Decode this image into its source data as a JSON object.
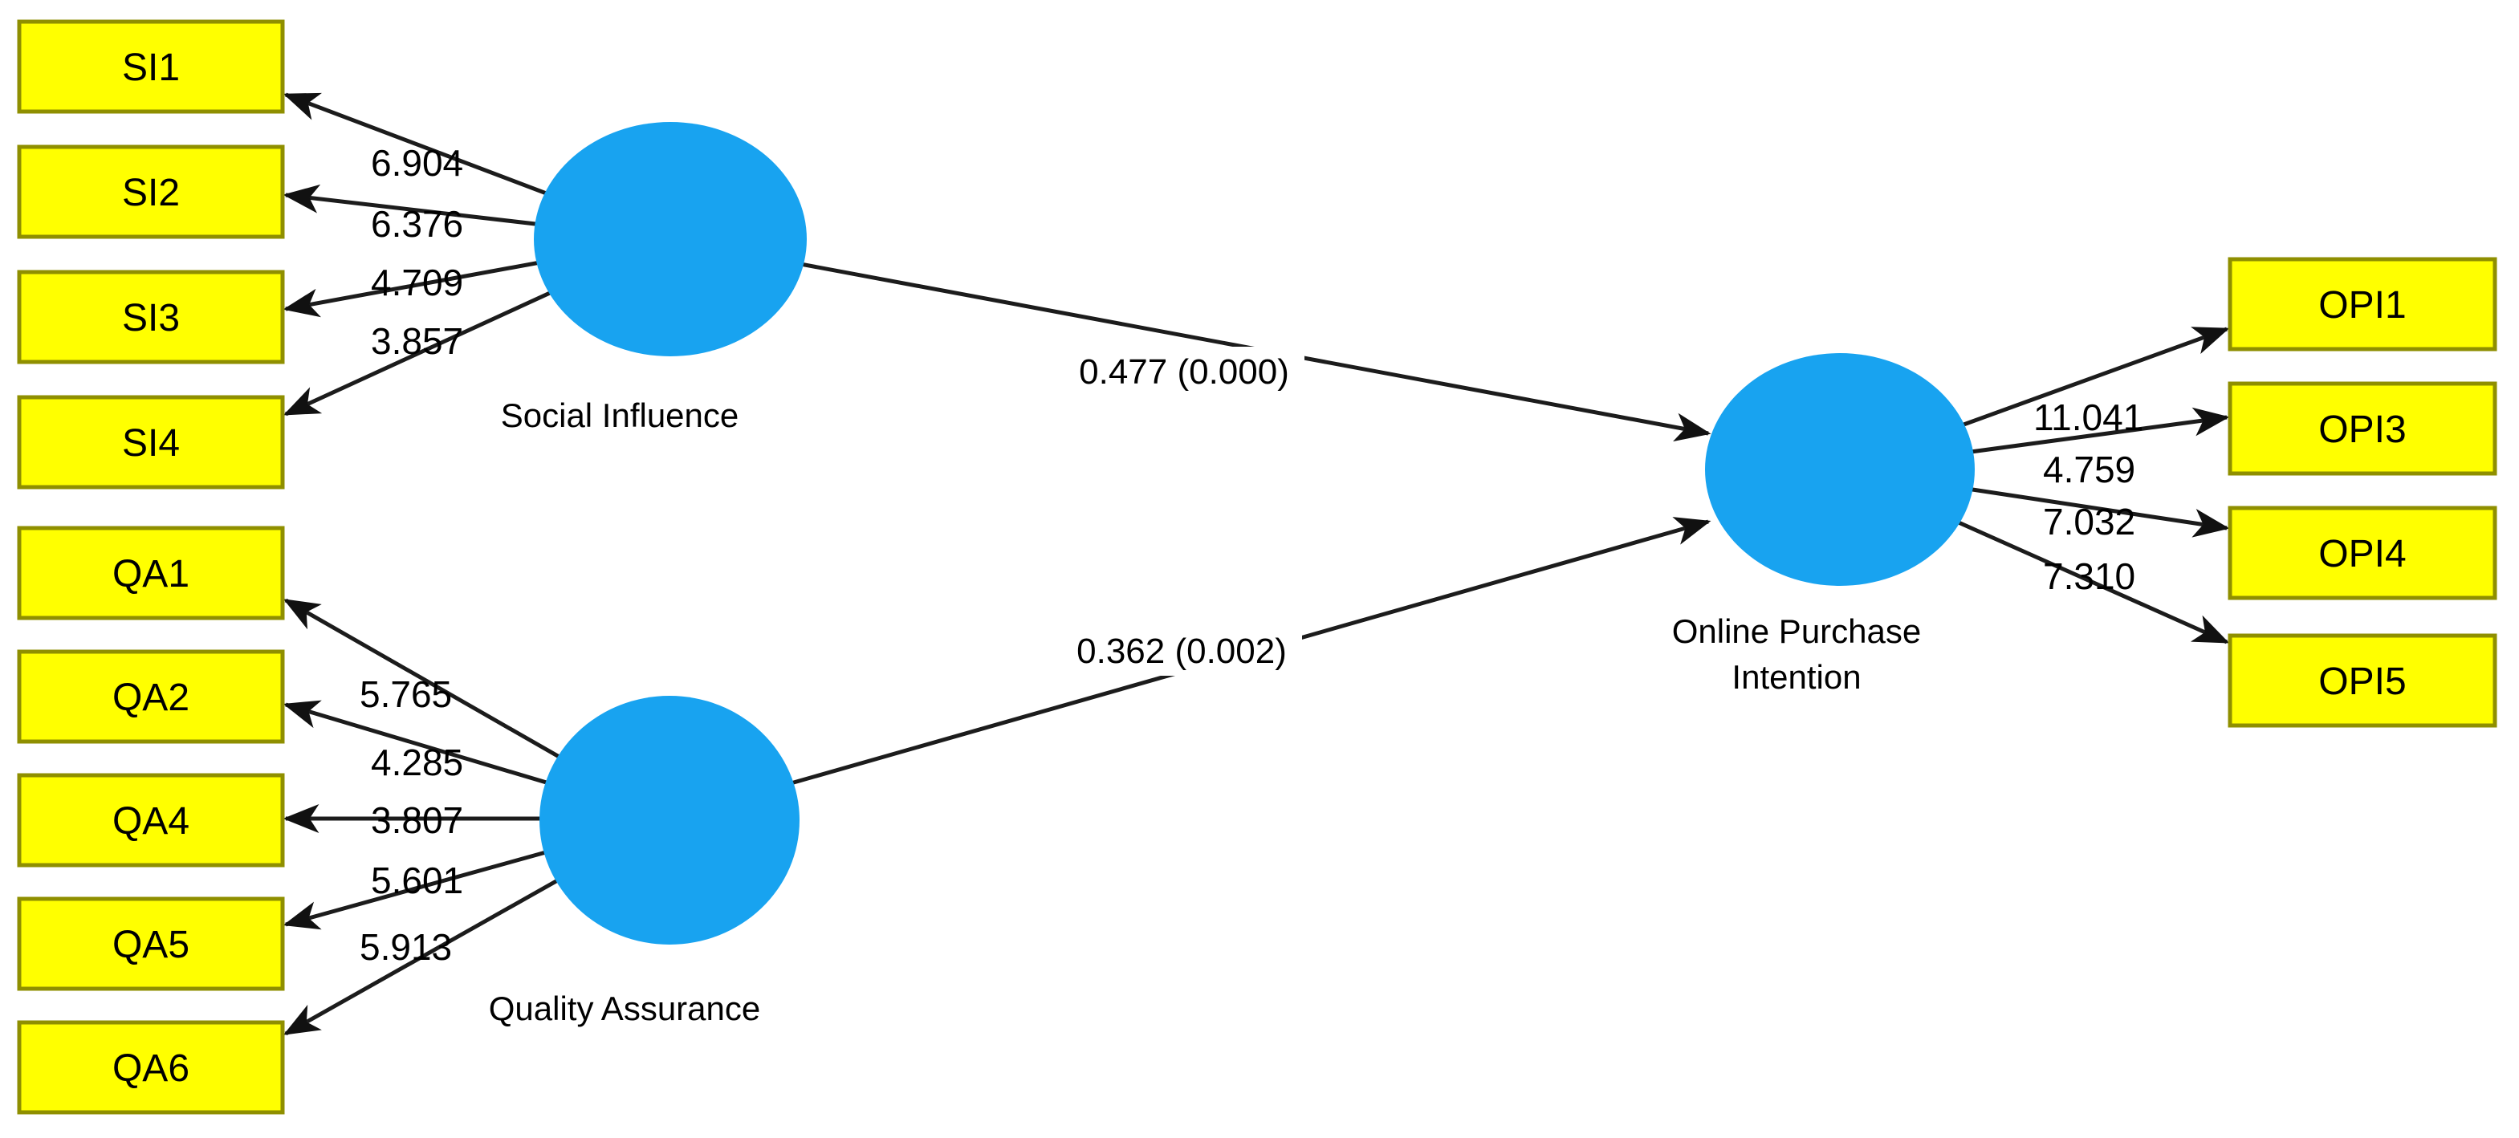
{
  "diagram": {
    "type": "pls-sem-path-model",
    "background_color": "#ffffff",
    "colors": {
      "indicator_fill": "#ffff00",
      "indicator_border": "#8f8f00",
      "construct_fill": "#18a3f0",
      "edge": "#1c1c1c",
      "text": "#000000"
    },
    "constructs": {
      "si": {
        "label": "Social Influence",
        "indicators": [
          {
            "id": "SI1",
            "value": "6.904"
          },
          {
            "id": "SI2",
            "value": "6.376"
          },
          {
            "id": "SI3",
            "value": "4.709"
          },
          {
            "id": "SI4",
            "value": "3.857"
          }
        ]
      },
      "qa": {
        "label": "Quality Assurance",
        "indicators": [
          {
            "id": "QA1",
            "value": "5.765"
          },
          {
            "id": "QA2",
            "value": "4.285"
          },
          {
            "id": "QA4",
            "value": "3.807"
          },
          {
            "id": "QA5",
            "value": "5.601"
          },
          {
            "id": "QA6",
            "value": "5.913"
          }
        ]
      },
      "opi": {
        "label_line1": "Online Purchase",
        "label_line2": "Intention",
        "indicators": [
          {
            "id": "OPI1",
            "value": "11.041"
          },
          {
            "id": "OPI3",
            "value": "4.759"
          },
          {
            "id": "OPI4",
            "value": "7.032"
          },
          {
            "id": "OPI5",
            "value": "7.310"
          }
        ]
      }
    },
    "paths": [
      {
        "from": "Social Influence",
        "to": "Online Purchase Intention",
        "label": "0.477 (0.000)"
      },
      {
        "from": "Quality Assurance",
        "to": "Online Purchase Intention",
        "label": "0.362 (0.002)"
      }
    ]
  }
}
